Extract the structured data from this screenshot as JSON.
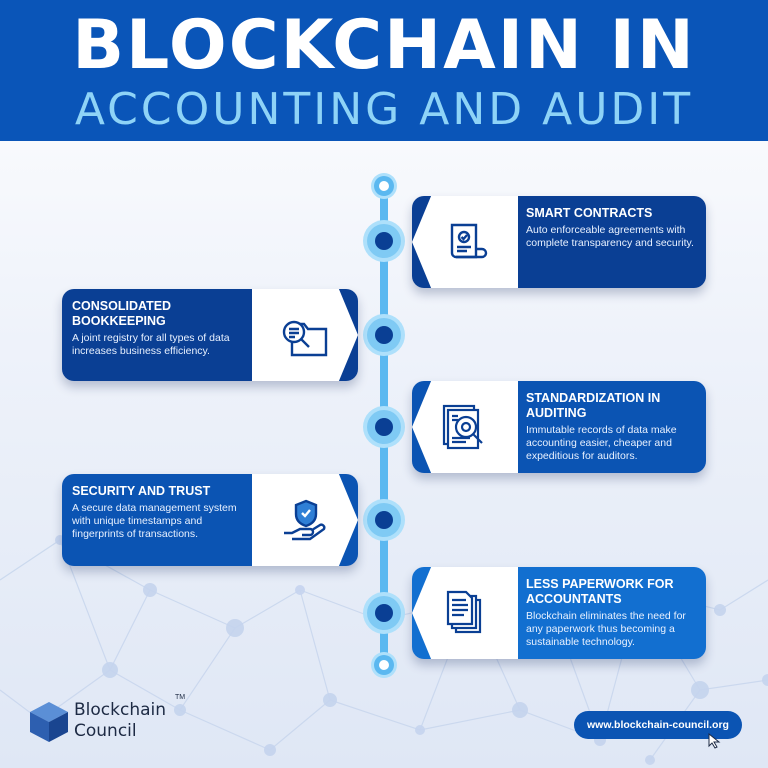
{
  "header": {
    "line1": "BLOCKCHAIN IN",
    "line2": "ACCOUNTING AND AUDIT"
  },
  "cards": [
    {
      "title": "SMART CONTRACTS",
      "description": "Auto enforceable agreements with complete transparency and security.",
      "icon": "contract-icon"
    },
    {
      "title": "CONSOLIDATED\nBOOKKEEPING",
      "description": "A joint registry for all types of data increases business efficiency.",
      "icon": "folder-search-icon"
    },
    {
      "title": "STANDARDIZATION IN\nAUDITING",
      "description": "Immutable records of data make accounting easier, cheaper and expeditious for auditors.",
      "icon": "document-magnifier-icon"
    },
    {
      "title": "SECURITY AND TRUST",
      "description": "A secure data management system with unique timestamps and fingerprints of transactions.",
      "icon": "shield-hand-icon"
    },
    {
      "title": "LESS PAPERWORK FOR\nACCOUNTANTS",
      "description": "Blockchain eliminates the need for any paperwork thus becoming a sustainable technology.",
      "icon": "paper-stack-icon"
    }
  ],
  "footer": {
    "brand": "Blockchain\nCouncil",
    "trademark": "TM",
    "url": "www.blockchain-council.org"
  },
  "colors": {
    "header_bg": "#0a55b8",
    "header_subtitle": "#8ed3f7",
    "card_dark": "#0a3f94",
    "card_mid": "#0b54b3",
    "card_light": "#126fd0",
    "timeline": "#5bb8f0"
  }
}
